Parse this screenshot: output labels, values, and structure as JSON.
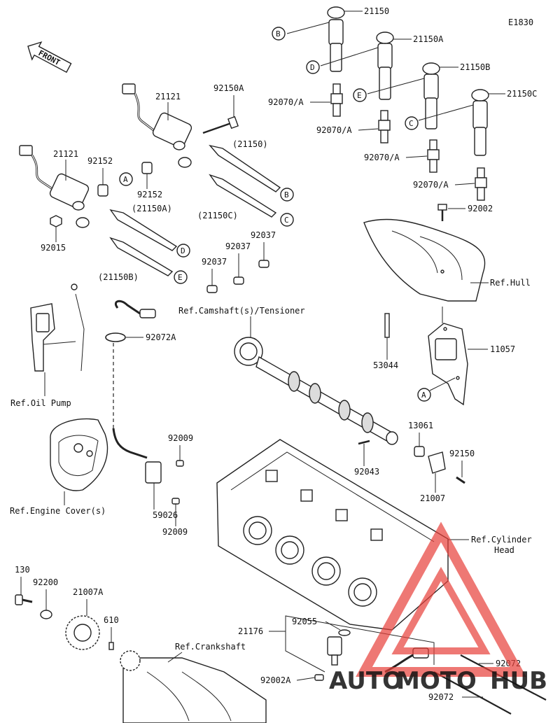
{
  "diagram_code": "E1830",
  "front_label": "FRONT",
  "parts": {
    "p21150": "21150",
    "p21150A": "21150A",
    "p21150B": "21150B",
    "p21150C": "21150C",
    "p92070A_1": "92070/A",
    "p92070A_2": "92070/A",
    "p92070A_3": "92070/A",
    "p92070A_4": "92070/A",
    "p92150A": "92150A",
    "p21121_top": "21121",
    "p21121_left": "21121",
    "p92152_1": "92152",
    "p92152_2": "92152",
    "p21150_paren": "(21150)",
    "p21150A_paren": "(21150A)",
    "p21150B_paren": "(21150B)",
    "p21150C_paren": "(21150C)",
    "p92015": "92015",
    "p92037_1": "92037",
    "p92037_2": "92037",
    "p92037_3": "92037",
    "p92002_top": "92002",
    "p11057": "11057",
    "p53044": "53044",
    "p92072A": "92072A",
    "p92009_1": "92009",
    "p92009_2": "92009",
    "p59026": "59026",
    "p13061": "13061",
    "p92150": "92150",
    "p92043": "92043",
    "p21007": "21007",
    "p130": "130",
    "p92200": "92200",
    "p21007A": "21007A",
    "p610": "610",
    "p21176": "21176",
    "p92055": "92055",
    "p92002A": "92002A",
    "p92072_1": "92072",
    "p92072_2": "92072"
  },
  "refs": {
    "hull": "Ref.Hull",
    "camshaft": "Ref.Camshaft(s)/Tensioner",
    "oil_pump": "Ref.Oil Pump",
    "engine_cover": "Ref.Engine Cover(s)",
    "cylinder_head_1": "Ref.Cylinder",
    "cylinder_head_2": "Head",
    "crankshaft": "Ref.Crankshaft"
  },
  "callouts": {
    "A": "A",
    "B": "B",
    "C": "C",
    "D": "D",
    "E": "E"
  },
  "watermark": {
    "part1": "AUTO",
    "part2": "MOTO",
    "part3": "HUB",
    "color_main": "#e8403a",
    "color_orange": "#f0a030",
    "color_gray": "#7a7a7a"
  }
}
